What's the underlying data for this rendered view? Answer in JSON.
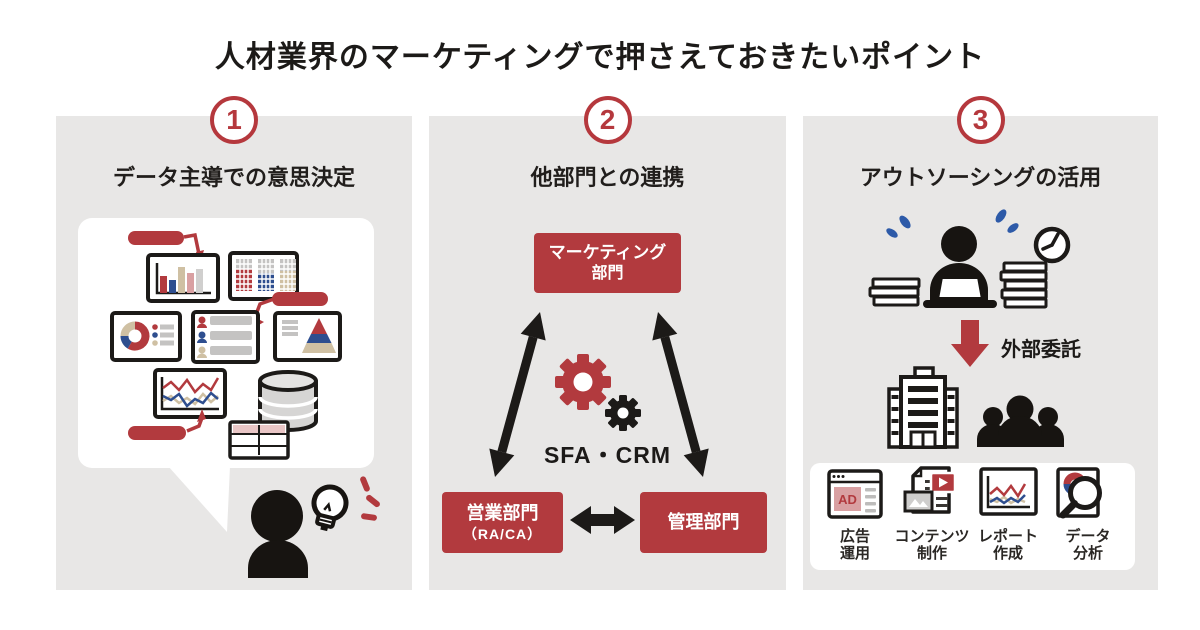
{
  "title": "人材業界のマーケティングで押さえておきたいポイント",
  "colors": {
    "accent_red": "#b23a3e",
    "panel_gray": "#e8e7e6",
    "navy_blue": "#2e4e8f",
    "drop_blue": "#2d5aa8",
    "tan": "#cfc0a3",
    "ink_black": "#1c1a18",
    "pink": "#d9a0a2"
  },
  "panels": [
    {
      "number": "1",
      "title": "データ主導での意思決定",
      "icons": [
        "bar-chart-icon",
        "waffle-chart-icon",
        "donut-chart-icon",
        "ranking-list-icon",
        "pyramid-chart-icon",
        "line-chart-icon",
        "database-icon",
        "spreadsheet-icon",
        "marker-pen-icon",
        "person-icon",
        "lightbulb-icon"
      ]
    },
    {
      "number": "2",
      "title": "他部門との連携",
      "icons": [
        "double-arrow-icon",
        "gear-icon"
      ]
    },
    {
      "number": "3",
      "title": "アウトソーシングの活用",
      "icons": [
        "busy-worker-icon",
        "book-stack-icon",
        "clock-icon",
        "sweat-drop-icon",
        "down-arrow-icon",
        "office-building-icon",
        "people-group-icon"
      ]
    }
  ],
  "collaboration": {
    "marketing_box": {
      "line1": "マーケティング",
      "line2": "部門"
    },
    "tool_label": "SFA・CRM",
    "sales_box": {
      "line1": "営業部門",
      "line2": "（RA/CA）"
    },
    "admin_box": {
      "label": "管理部門"
    }
  },
  "outsourcing": {
    "delegate_label": "外部委託",
    "ad_badge": "AD",
    "services": [
      {
        "line1": "広告",
        "line2": "運用",
        "icon": "ad-browser-icon"
      },
      {
        "line1": "コンテンツ",
        "line2": "制作",
        "icon": "content-docs-icon"
      },
      {
        "line1": "レポート",
        "line2": "作成",
        "icon": "report-chart-icon"
      },
      {
        "line1": "データ",
        "line2": "分析",
        "icon": "data-magnifier-icon"
      }
    ]
  }
}
